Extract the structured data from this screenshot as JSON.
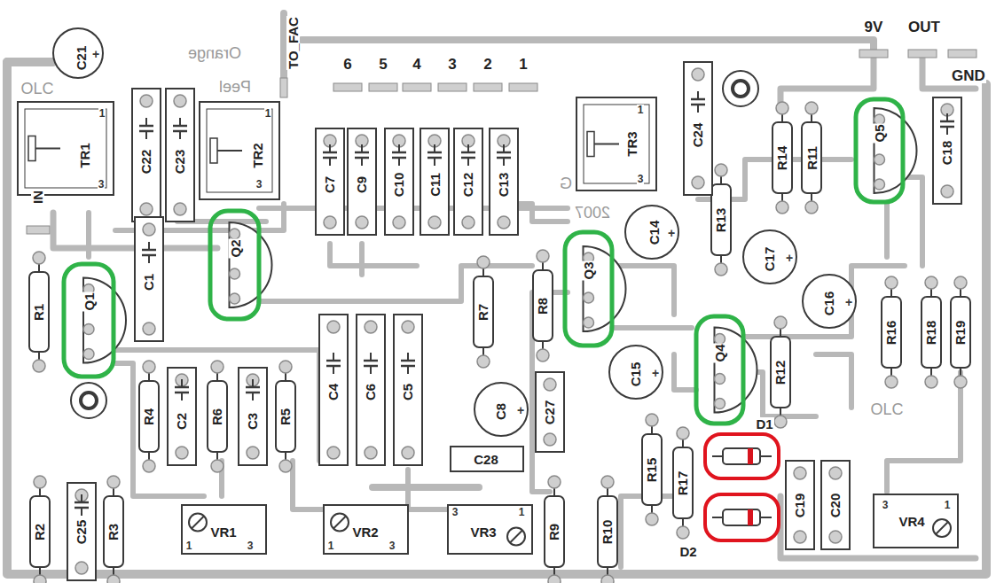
{
  "diagram": {
    "labels": [
      "C21",
      "OLC",
      "Orange",
      "Peel",
      "TO_FAC",
      "6",
      "5",
      "4",
      "3",
      "2",
      "1",
      "TR1",
      "1",
      "3",
      "IN",
      "C22",
      "C23",
      "TR2",
      "1",
      "3",
      "C7",
      "C9",
      "C10",
      "C11",
      "C12",
      "C13",
      "G",
      "2007",
      "TR3",
      "1",
      "3",
      "C24",
      "9V",
      "OUT",
      "GND",
      "R14",
      "R11",
      "Q5",
      "C18",
      "C14",
      "R13",
      "C17",
      "C16",
      "R1",
      "Q1",
      "C1",
      "Q2",
      "R7",
      "R8",
      "Q3",
      "R16",
      "R18",
      "R19",
      "Q4",
      "R12",
      "C4",
      "C6",
      "C5",
      "C8",
      "C27",
      "C15",
      "OLC",
      "R4",
      "C2",
      "R6",
      "C3",
      "R5",
      "C28",
      "D1",
      "R15",
      "R17",
      "D2",
      "C19",
      "C20",
      "VR4",
      "3",
      "1",
      "VR1",
      "1",
      "3",
      "VR2",
      "1",
      "3",
      "VR3",
      "3",
      "1",
      "R9",
      "R10",
      "R2",
      "C25",
      "R3"
    ]
  }
}
